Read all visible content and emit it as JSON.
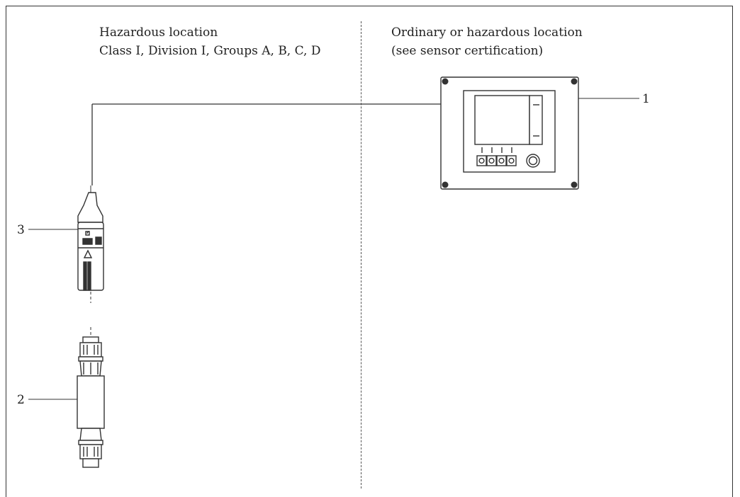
{
  "zones": {
    "left": {
      "title": "Hazardous location",
      "detail": "Class I, Division I, Groups A, B, C, D"
    },
    "right": {
      "title": "Ordinary or hazardous location",
      "detail": "(see sensor certification)"
    }
  },
  "callouts": {
    "transmitter": "1",
    "sensor": "2",
    "cable_connector": "3"
  }
}
